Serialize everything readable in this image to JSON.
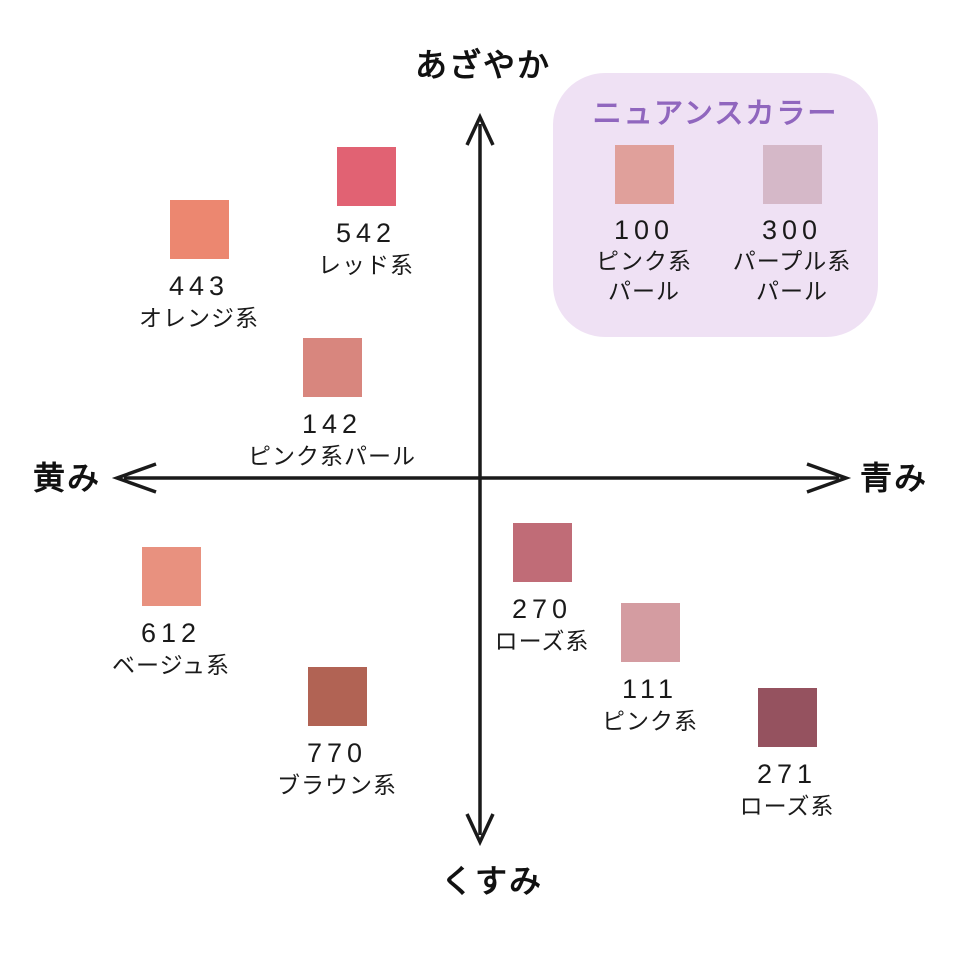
{
  "axes": {
    "top_label": "あざやか",
    "bottom_label": "くすみ",
    "left_label": "黄み",
    "right_label": "青み",
    "line_color": "#1a1a1a"
  },
  "nuance_box": {
    "title": "ニュアンスカラー",
    "title_color": "#9066BE",
    "bg_color": "#EFE1F4",
    "items": [
      {
        "code": "100",
        "name": "ピンク系\nパール",
        "color": "#E0A09B"
      },
      {
        "code": "300",
        "name": "パープル系\nパール",
        "color": "#D5B8C8"
      }
    ]
  },
  "items": [
    {
      "code": "443",
      "name": "オレンジ系",
      "color": "#EC8770"
    },
    {
      "code": "542",
      "name": "レッド系",
      "color": "#E16273"
    },
    {
      "code": "142",
      "name": "ピンク系パール",
      "color": "#D8867E"
    },
    {
      "code": "612",
      "name": "ベージュ系",
      "color": "#E8917F"
    },
    {
      "code": "770",
      "name": "ブラウン系",
      "color": "#B16354"
    },
    {
      "code": "270",
      "name": "ローズ系",
      "color": "#C06C77"
    },
    {
      "code": "111",
      "name": "ピンク系",
      "color": "#D49CA1"
    },
    {
      "code": "271",
      "name": "ローズ系",
      "color": "#95525F"
    }
  ]
}
